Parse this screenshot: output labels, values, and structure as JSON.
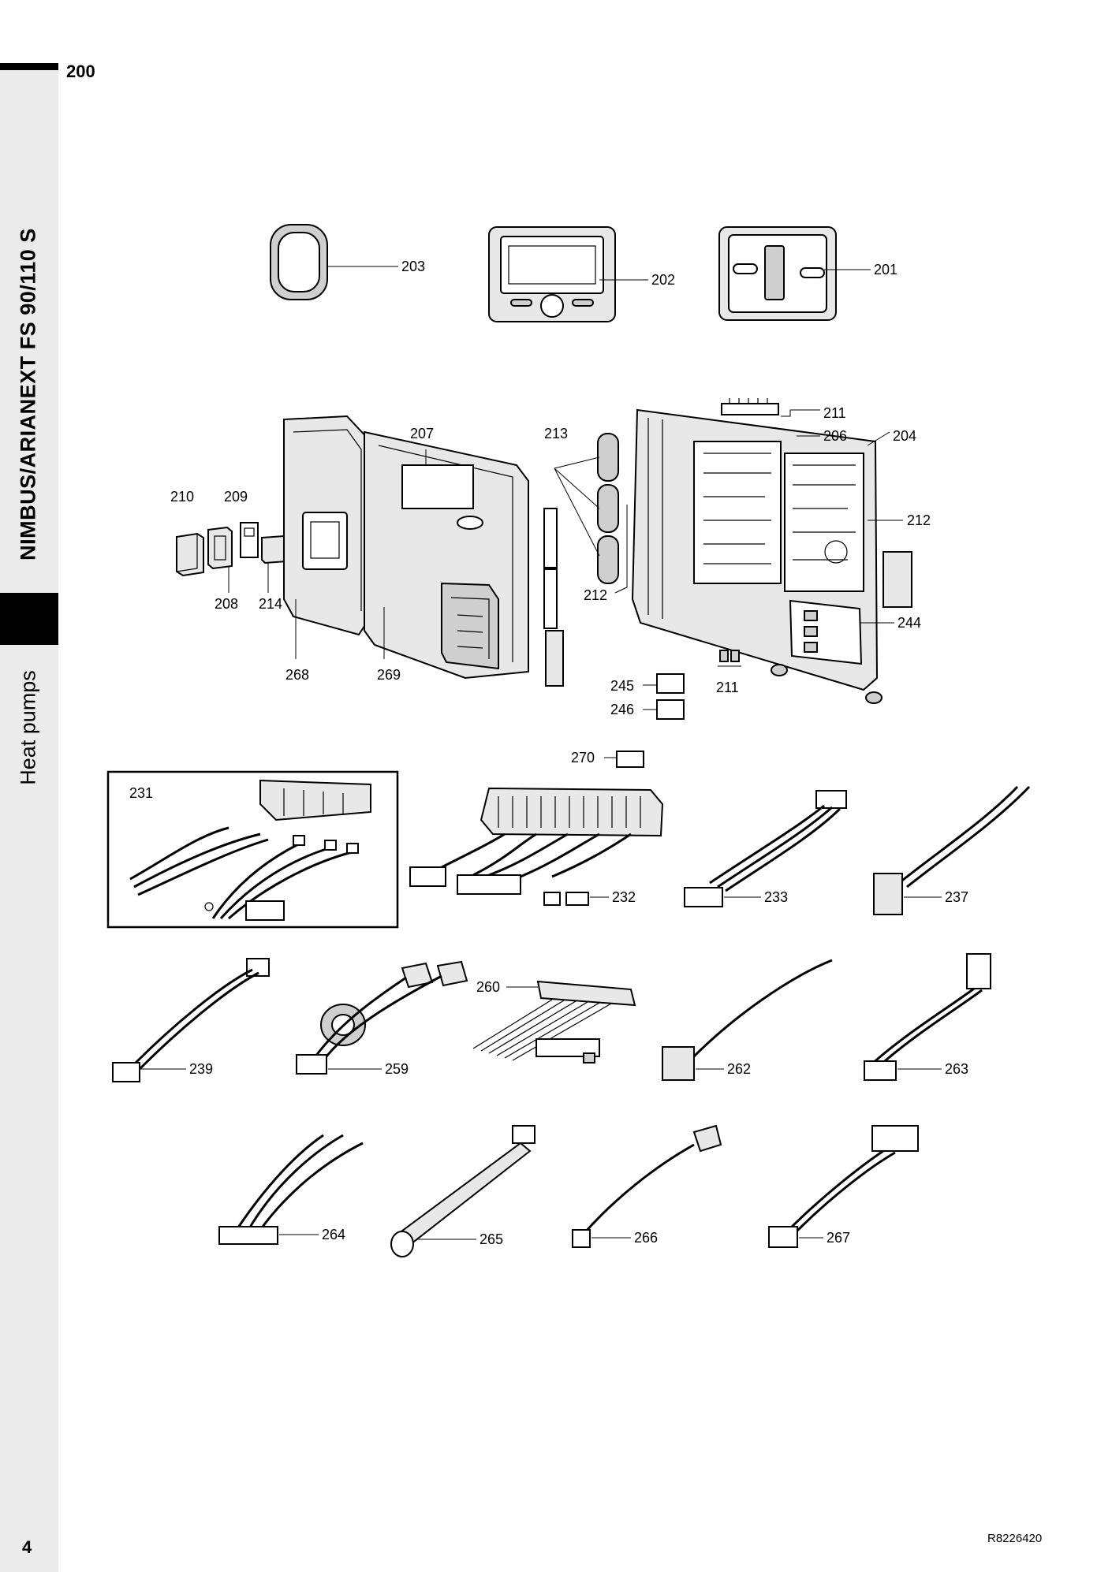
{
  "header": {
    "section_number": "200"
  },
  "sidebar": {
    "product_title": "NIMBUS/ARIANEXT FS 90/110 S",
    "category": "Heat pumps"
  },
  "footer": {
    "page_number": "4",
    "document_reference": "R8226420"
  },
  "parts": {
    "p200_203": "203",
    "p202": "202",
    "p201": "201",
    "p207": "207",
    "p213": "213",
    "p211a": "211",
    "p206": "206",
    "p204": "204",
    "p210": "210",
    "p209": "209",
    "p212a": "212",
    "p212b": "212",
    "p208": "208",
    "p214": "214",
    "p244": "244",
    "p268": "268",
    "p269": "269",
    "p245": "245",
    "p211b": "211",
    "p246": "246",
    "p270": "270",
    "p231": "231",
    "p232": "232",
    "p233": "233",
    "p237": "237",
    "p239": "239",
    "p259": "259",
    "p260": "260",
    "p262": "262",
    "p263": "263",
    "p264": "264",
    "p265": "265",
    "p266": "266",
    "p267": "267"
  }
}
